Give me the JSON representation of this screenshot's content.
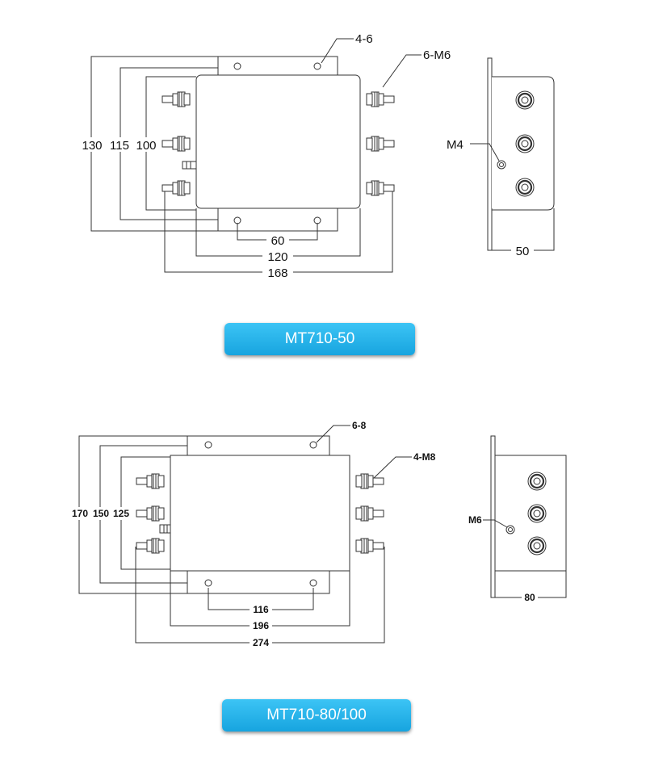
{
  "filters": [
    {
      "model": "MT710-50",
      "mount_hole_label": "4-6",
      "terminal_label": "6-M6",
      "ground_label": "M4",
      "height_dims": [
        "130",
        "115",
        "100"
      ],
      "width_dims": [
        "60",
        "120",
        "168"
      ],
      "depth_dim": "50"
    },
    {
      "model": "MT710-80/100",
      "mount_hole_label": "6-8",
      "terminal_label": "4-M8",
      "ground_label": "M6",
      "height_dims": [
        "170",
        "150",
        "125"
      ],
      "width_dims": [
        "116",
        "196",
        "274"
      ],
      "depth_dim": "80"
    }
  ],
  "colors": {
    "accent": "#1aa6e0",
    "line": "#333333"
  }
}
